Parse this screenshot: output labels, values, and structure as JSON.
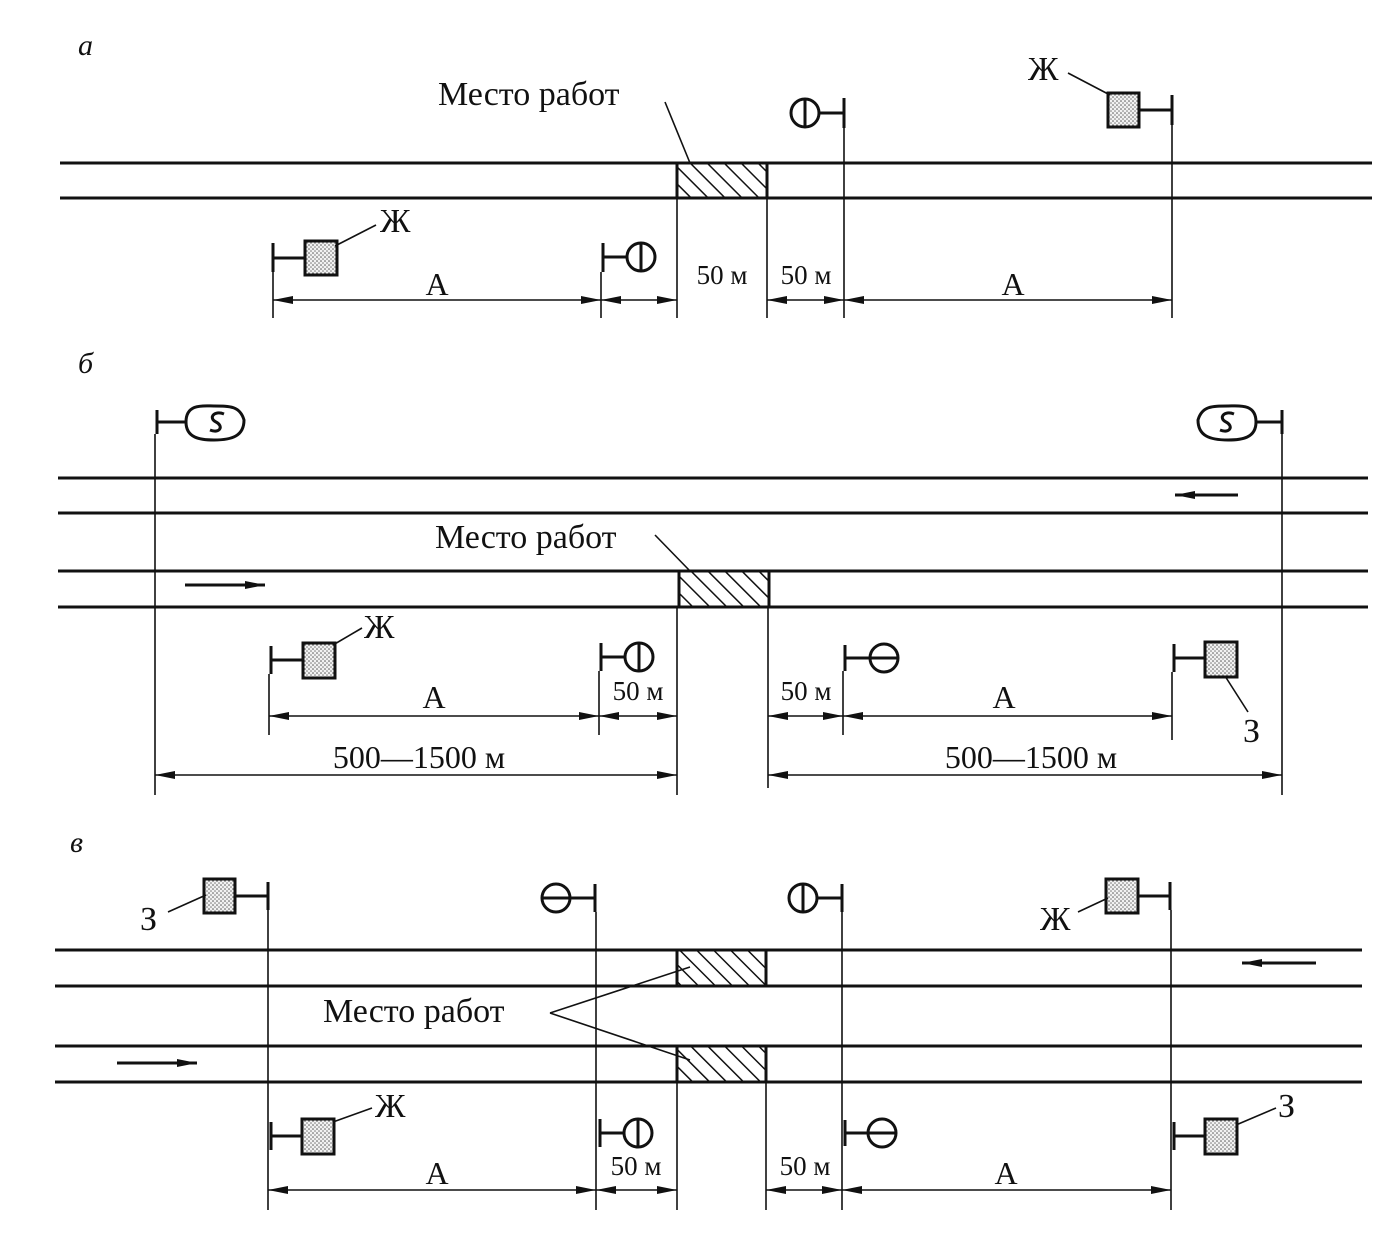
{
  "panels": {
    "a": {
      "letter": "а",
      "work_label": "Место работ",
      "dim_50": "50 м",
      "dim_a": "A",
      "sign_zh": "Ж"
    },
    "b": {
      "letter": "б",
      "work_label": "Место работ",
      "dim_50": "50 м",
      "dim_a": "A",
      "dim_range": "500—1500 м",
      "sign_zh": "Ж",
      "sign_z": "З"
    },
    "c": {
      "letter": "в",
      "work_label": "Место работ",
      "dim_50": "50 м",
      "dim_a": "A",
      "sign_zh": "Ж",
      "sign_z": "З"
    }
  },
  "icons": [
    "stop-signal-icon",
    "warning-board-icon",
    "whistle-sign-icon"
  ],
  "colors": {
    "ink": "#111111",
    "board_fill": "#d9d9d9",
    "background": "#ffffff"
  }
}
